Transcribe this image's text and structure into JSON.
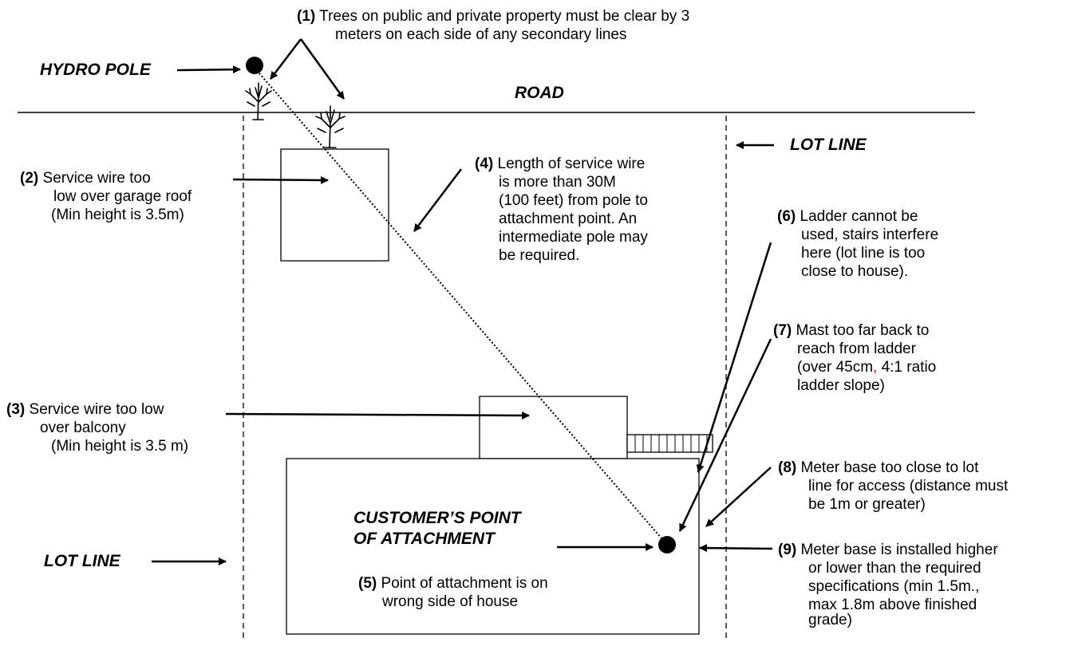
{
  "labels": {
    "hydro_pole": "HYDRO POLE",
    "road": "ROAD",
    "lot_line_right": "LOT LINE",
    "lot_line_left": "LOT LINE",
    "customer_poa_line1": "CUSTOMER’S POINT",
    "customer_poa_line2": "OF ATTACHMENT"
  },
  "notes": {
    "n1": {
      "num": "(1)",
      "lines": [
        "Trees on public and private property must be clear by 3",
        "meters   on each side of any secondary lines"
      ]
    },
    "n2": {
      "num": "(2)",
      "lines": [
        "Service wire too",
        "low over garage roof",
        "(Min height is 3.5m)"
      ]
    },
    "n3": {
      "num": "(3)",
      "lines": [
        "Service wire too low",
        "over balcony",
        "(Min height is 3.5 m)"
      ]
    },
    "n4": {
      "num": "(4)",
      "lines": [
        "Length of service wire",
        "is more than 30M",
        "(100 feet) from pole to",
        "attachment point. An",
        "intermediate pole may",
        "be required."
      ]
    },
    "n5": {
      "num": "(5)",
      "lines": [
        "Point of attachment is on",
        "wrong side of house"
      ]
    },
    "n6": {
      "num": "(6)",
      "lines": [
        "Ladder cannot be",
        "used, stairs interfere",
        "here (lot line is too",
        "close to house)."
      ]
    },
    "n7": {
      "num": "(7)",
      "lines": [
        "Mast too far back to",
        "reach from ladder"
      ],
      "line3_pre": "(over 45cm",
      "line3_comma": ",",
      "line3_post": " 4:1 ratio",
      "line4": "ladder slope)"
    },
    "n8": {
      "num": "(8)",
      "lines": [
        "Meter base too close to lot",
        "line for access (distance must",
        "be 1m or greater)"
      ]
    },
    "n9": {
      "num": "(9)",
      "lines": [
        "Meter base is installed higher",
        "or lower than the required",
        "specifications (min 1.5m.,",
        "max 1.8m above finished",
        "grade)"
      ]
    }
  },
  "colors": {
    "ink": "#000000",
    "accent_comma": "#d00000"
  }
}
